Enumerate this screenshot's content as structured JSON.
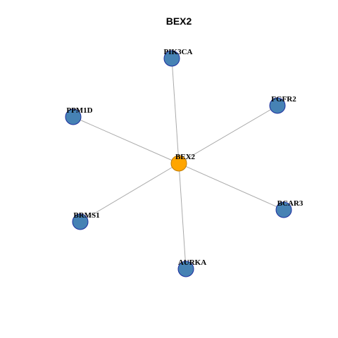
{
  "title": "BEX2",
  "colors": {
    "hub_fill": "#FFA500",
    "hub_stroke": "#C07C00",
    "neighbor_fill": "#4682B4",
    "neighbor_stroke": "#1C2E9E",
    "edge": "#AAAAAA"
  },
  "network": {
    "hub": "BEX2",
    "nodes": [
      {
        "id": "BEX2",
        "label": "BEX2",
        "role": "hub"
      },
      {
        "id": "PIK3CA",
        "label": "PIK3CA",
        "role": "neighbor"
      },
      {
        "id": "FGFR2",
        "label": "FGFR2",
        "role": "neighbor"
      },
      {
        "id": "PPM1D",
        "label": "PPM1D",
        "role": "neighbor"
      },
      {
        "id": "BCAR3",
        "label": "BCAR3",
        "role": "neighbor"
      },
      {
        "id": "BRMS1",
        "label": "BRMS1",
        "role": "neighbor"
      },
      {
        "id": "AURKA",
        "label": "AURKA",
        "role": "neighbor"
      }
    ],
    "edges": [
      {
        "source": "BEX2",
        "target": "PIK3CA"
      },
      {
        "source": "BEX2",
        "target": "FGFR2"
      },
      {
        "source": "BEX2",
        "target": "PPM1D"
      },
      {
        "source": "BEX2",
        "target": "BCAR3"
      },
      {
        "source": "BEX2",
        "target": "BRMS1"
      },
      {
        "source": "BEX2",
        "target": "AURKA"
      }
    ]
  }
}
